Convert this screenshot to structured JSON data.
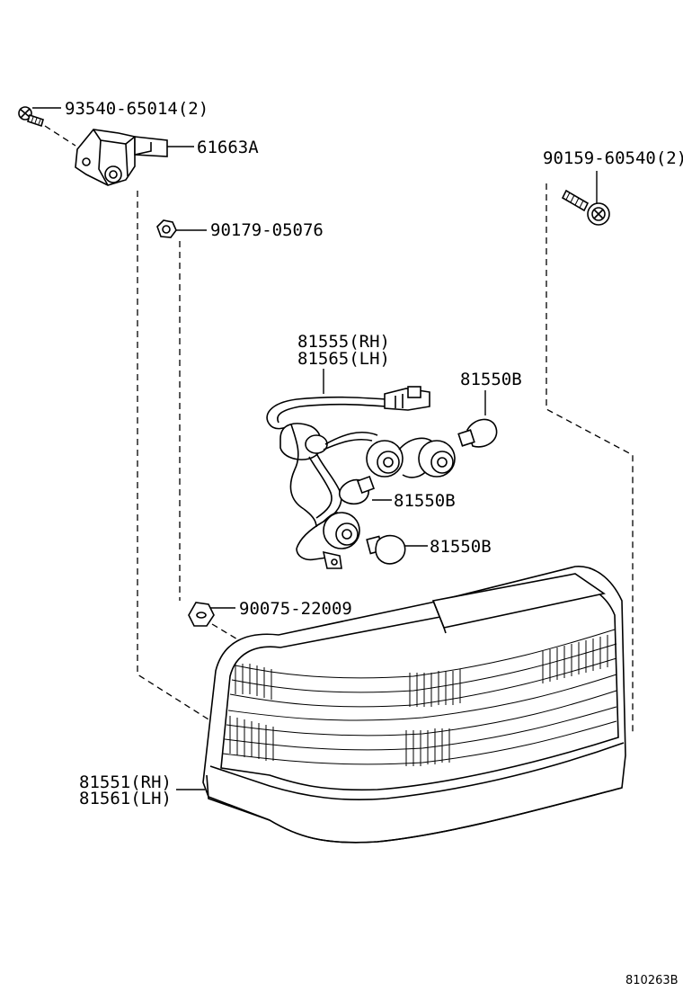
{
  "labels": {
    "screw_top": "93540-65014(2)",
    "bracket": "61663A",
    "screw_right": "90159-60540(2)",
    "nut_upper": "90179-05076",
    "socket_rh": "81555(RH)",
    "socket_lh": "81565(LH)",
    "bulb_a": "81550B",
    "bulb_b": "81550B",
    "bulb_c": "81550B",
    "nut_lower": "90075-22009",
    "lamp_rh": "81551(RH)",
    "lamp_lh": "81561(LH)",
    "drawing_code": "810263B"
  }
}
